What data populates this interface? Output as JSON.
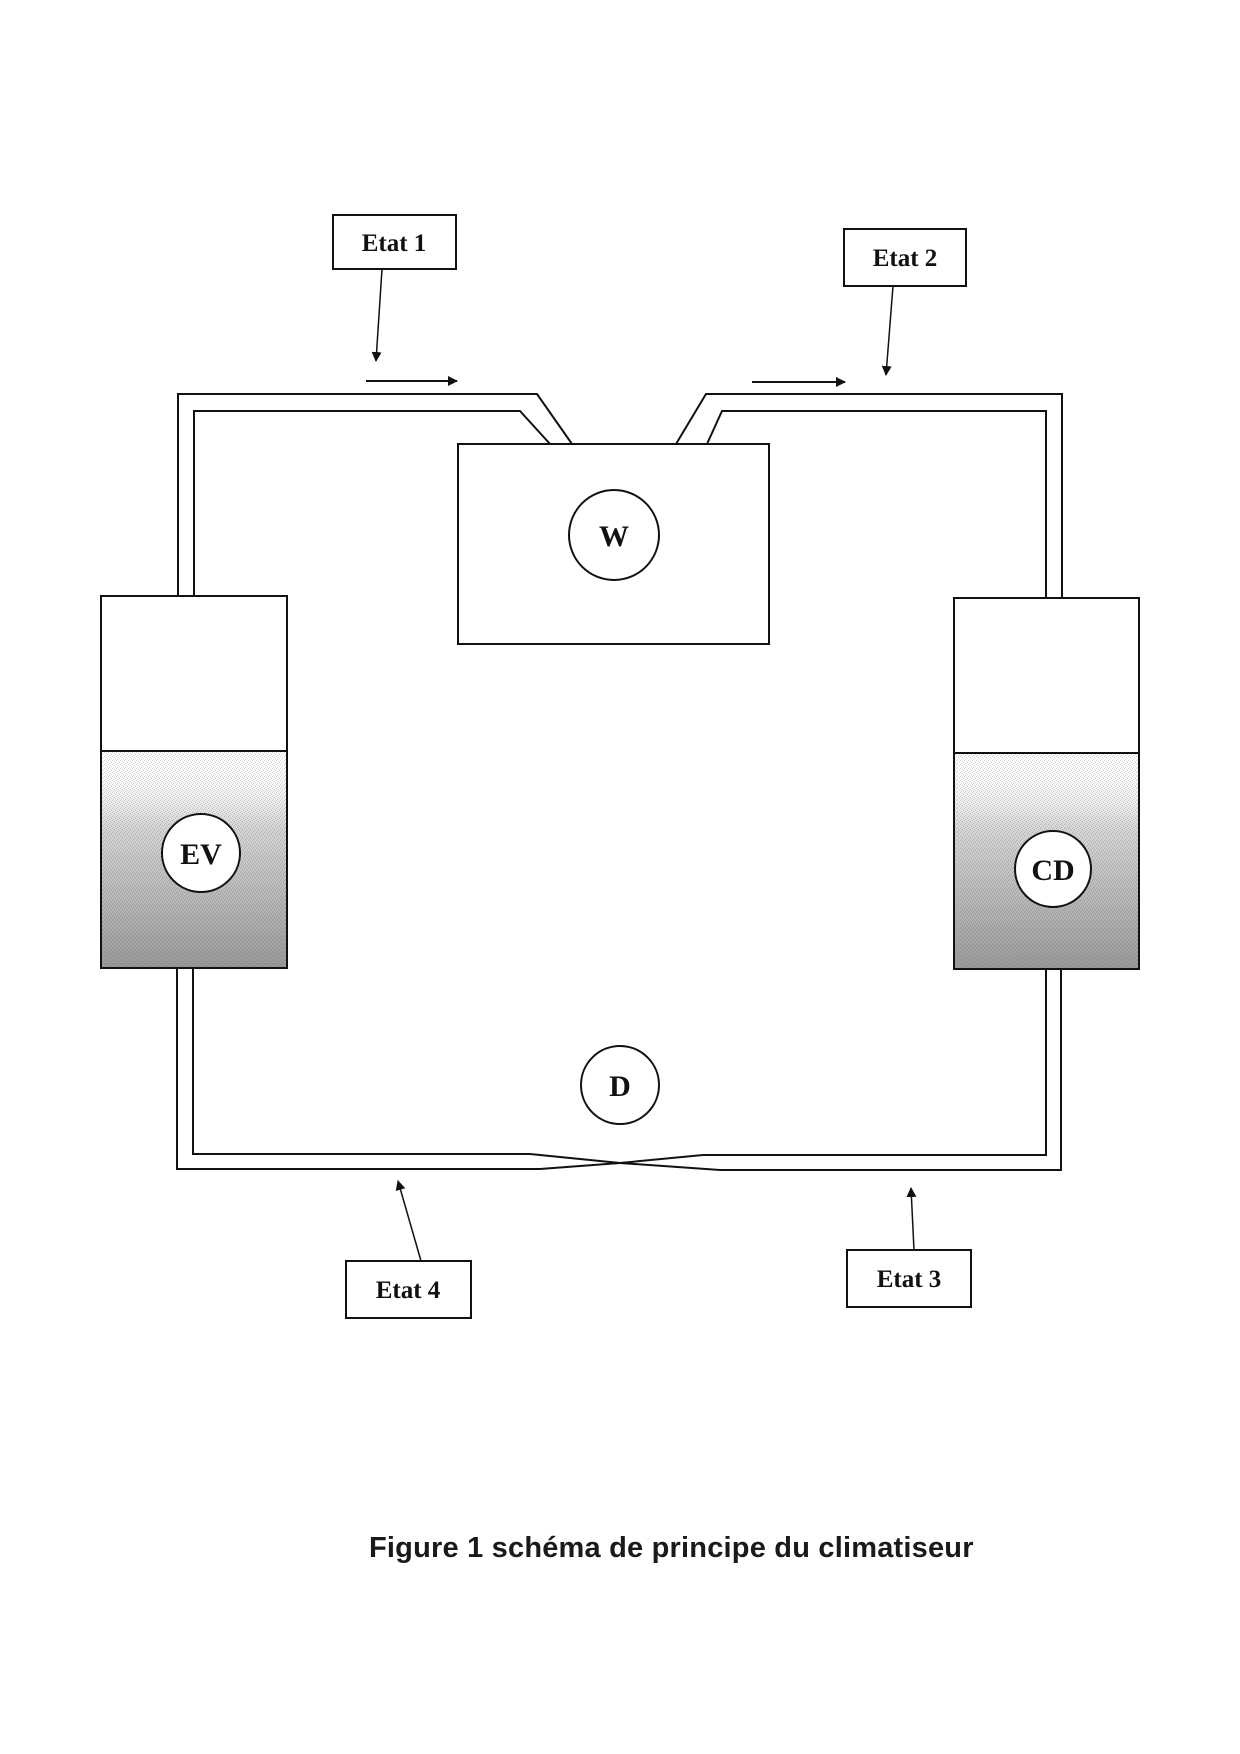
{
  "diagram": {
    "title": "Figure 1 schéma de principe du climatiseur",
    "components": [
      {
        "id": "W",
        "label": "W",
        "role": "compressor"
      },
      {
        "id": "EV",
        "label": "EV",
        "role": "evaporator"
      },
      {
        "id": "CD",
        "label": "CD",
        "role": "condenser"
      },
      {
        "id": "D",
        "label": "D",
        "role": "expansion-valve"
      }
    ],
    "states": [
      {
        "id": "etat1",
        "label": "Etat 1"
      },
      {
        "id": "etat2",
        "label": "Etat 2"
      },
      {
        "id": "etat3",
        "label": "Etat 3"
      },
      {
        "id": "etat4",
        "label": "Etat 4"
      }
    ],
    "flow_direction": "clockwise",
    "colors": {
      "line": "#111111",
      "fill_shade": "#9a9a9a",
      "background": "#ffffff"
    }
  }
}
